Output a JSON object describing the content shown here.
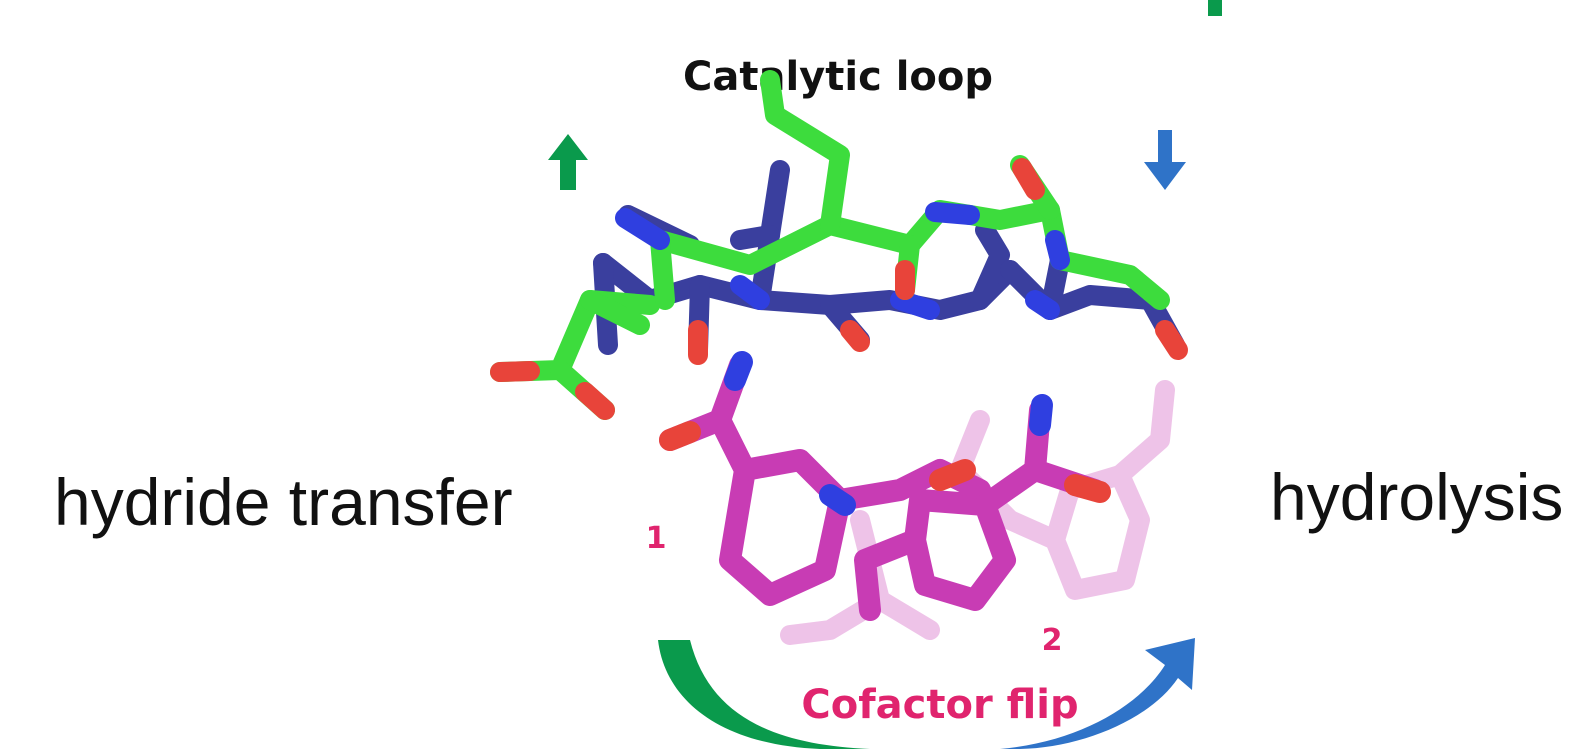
{
  "labels": {
    "catalytic_loop": "Catalytic loop",
    "hydride_transfer": "hydride transfer",
    "hydrolysis": "hydrolysis",
    "cofactor_flip": "Cofactor flip",
    "position_1": "1",
    "position_2": "2"
  },
  "colors": {
    "loop_state_a": "#3ddc3d",
    "loop_state_b": "#3a3f9e",
    "cofactor": "#c83cb4",
    "oxygen": "#e8443a",
    "nitrogen": "#2f3fe0",
    "arrow_green": "#0a9a4c",
    "arrow_blue": "#2f73c8",
    "cofactor_text": "#e0246e",
    "text": "#111111"
  }
}
